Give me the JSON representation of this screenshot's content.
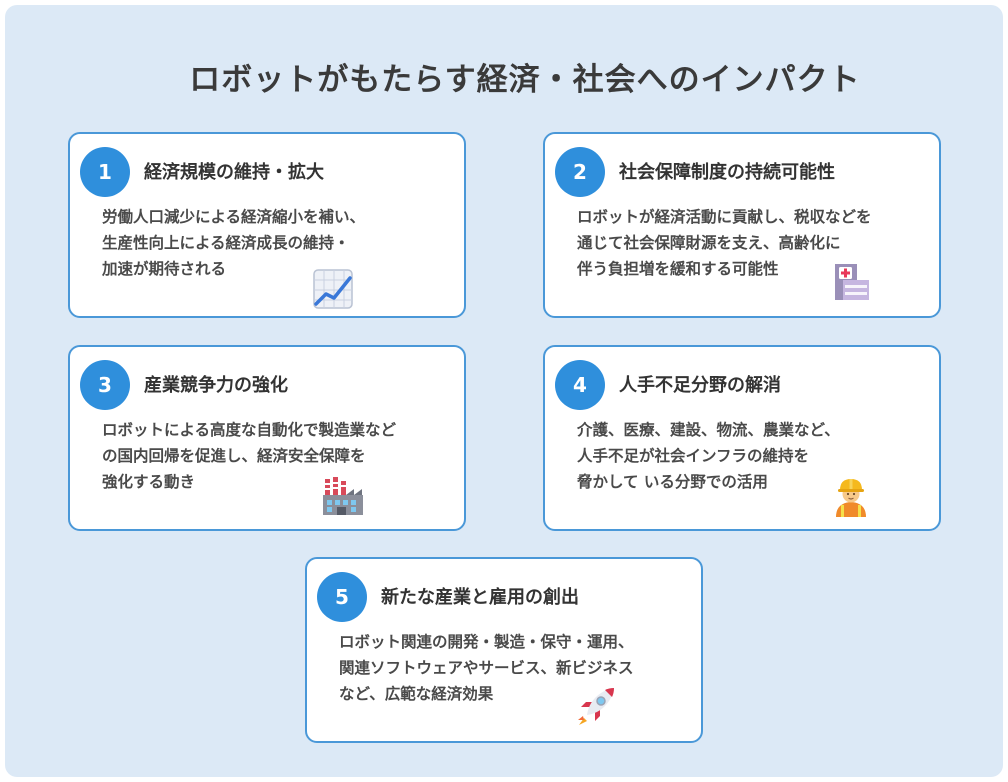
{
  "title": "ロボットがもたらす経済・社会へのインパクト",
  "cards": [
    {
      "number": "1",
      "title": "経済規模の維持・拡大",
      "lines": [
        "労働人口減少による経済縮小を補い、",
        "生産性向上による経済成長の維持・",
        "加速が期待される"
      ],
      "icon": "chart-increasing-icon"
    },
    {
      "number": "2",
      "title": "社会保障制度の持続可能性",
      "lines": [
        "ロボットが経済活動に貢献し、税収などを",
        "通じて社会保障財源を支え、高齢化に",
        "伴う負担増を緩和する可能性"
      ],
      "icon": "hospital-icon"
    },
    {
      "number": "3",
      "title": "産業競争力の強化",
      "lines": [
        "ロボットによる高度な自動化で製造業など",
        "の国内回帰を促進し、経済安全保障を",
        "強化する動き"
      ],
      "icon": "factory-icon"
    },
    {
      "number": "4",
      "title": "人手不足分野の解消",
      "lines": [
        "介護、医療、建設、物流、農業など、",
        "人手不足が社会インフラの維持を",
        "脅かして いる分野での活用"
      ],
      "icon": "construction-worker-icon"
    },
    {
      "number": "5",
      "title": "新たな産業と雇用の創出",
      "lines": [
        "ロボット関連の開発・製造・保守・運用、",
        "関連ソフトウェアやサービス、新ビジネス",
        "など、広範な経済効果"
      ],
      "icon": "rocket-icon"
    }
  ],
  "colors": {
    "background": "#dce9f6",
    "card_border": "#4a98d8",
    "badge": "#2f8fdc",
    "title_text": "#3a3a3a"
  }
}
